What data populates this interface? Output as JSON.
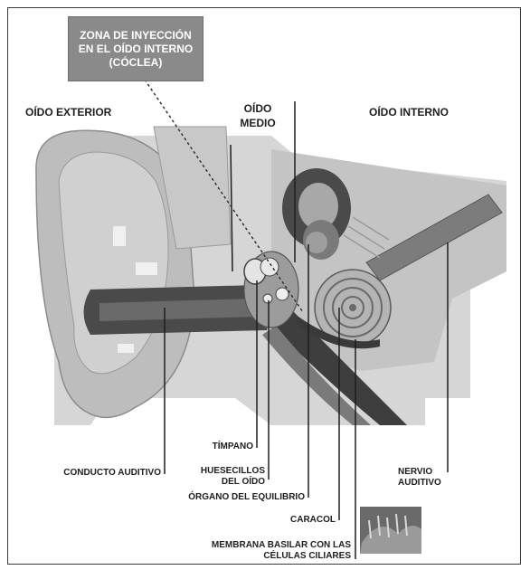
{
  "injection_zone": {
    "lines": [
      "ZONA DE INYECCIÓN",
      "EN EL OÍDO INTERNO",
      "(CÓCLEA)"
    ]
  },
  "regions": {
    "outer": "OÍDO EXTERIOR",
    "middle_line1": "OÍDO",
    "middle_line2": "MEDIO",
    "inner": "OÍDO INTERNO"
  },
  "labels": {
    "timpano": "TÍMPANO",
    "conducto": "CONDUCTO AUDITIVO",
    "huesecillos_1": "HUESECILLOS",
    "huesecillos_2": "DEL OÍDO",
    "organo": "ÓRGANO DEL EQUILIBRIO",
    "caracol": "CARACOL",
    "nervio_1": "NERVIO",
    "nervio_2": "AUDITIVO",
    "membrana_1": "MEMBRANA BASILAR CON LAS",
    "membrana_2": "CÉLULAS CILIARES"
  },
  "colors": {
    "skin_light": "#d2d2d2",
    "skin_mid": "#b4b4b4",
    "canal_dark": "#4a4a4a",
    "box_fill": "#8a8a8a",
    "text": "#1e1e1e"
  }
}
